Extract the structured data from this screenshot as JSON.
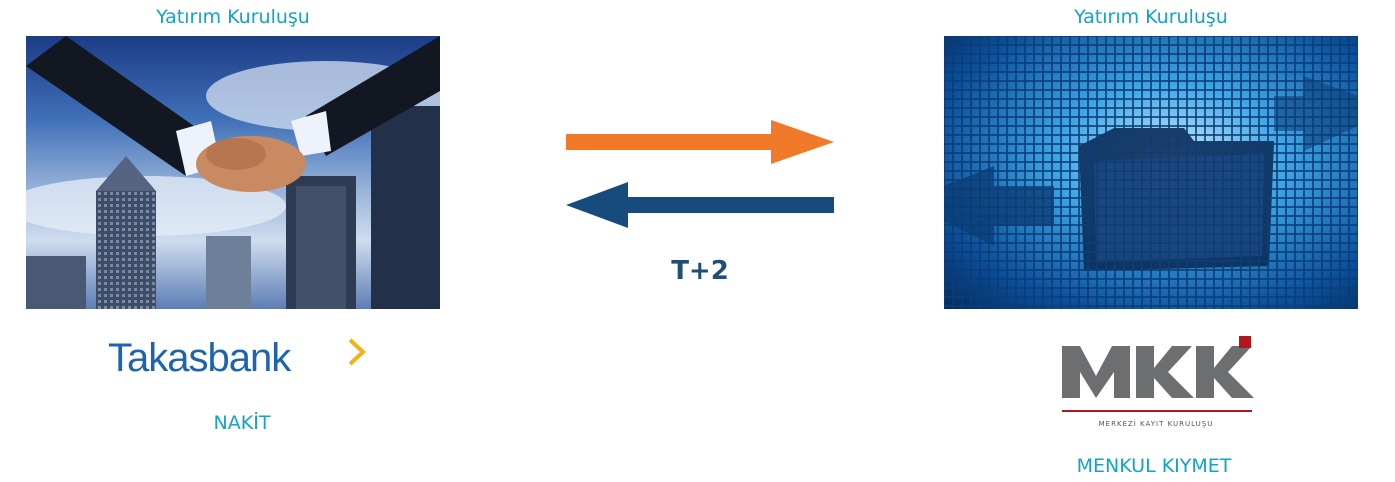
{
  "left": {
    "title": "Yatırım Kuruluşu",
    "logo_text": "Takasbank",
    "asset_label": "NAKİT"
  },
  "right": {
    "title": "Yatırım Kuruluşu",
    "logo_text": "MKK",
    "logo_subtitle": "MERKEZİ KAYIT KURULUŞU",
    "asset_label": "MENKUL KIYMET"
  },
  "settlement": {
    "label": "T+2"
  },
  "colors": {
    "accent_text": "#11a3c9",
    "arrow_orange": "#f07a2a",
    "arrow_navy": "#174b7e",
    "takasbank_blue": "#1c64ad",
    "mkk_gray": "#6d6e70",
    "mkk_red": "#b3161b"
  }
}
